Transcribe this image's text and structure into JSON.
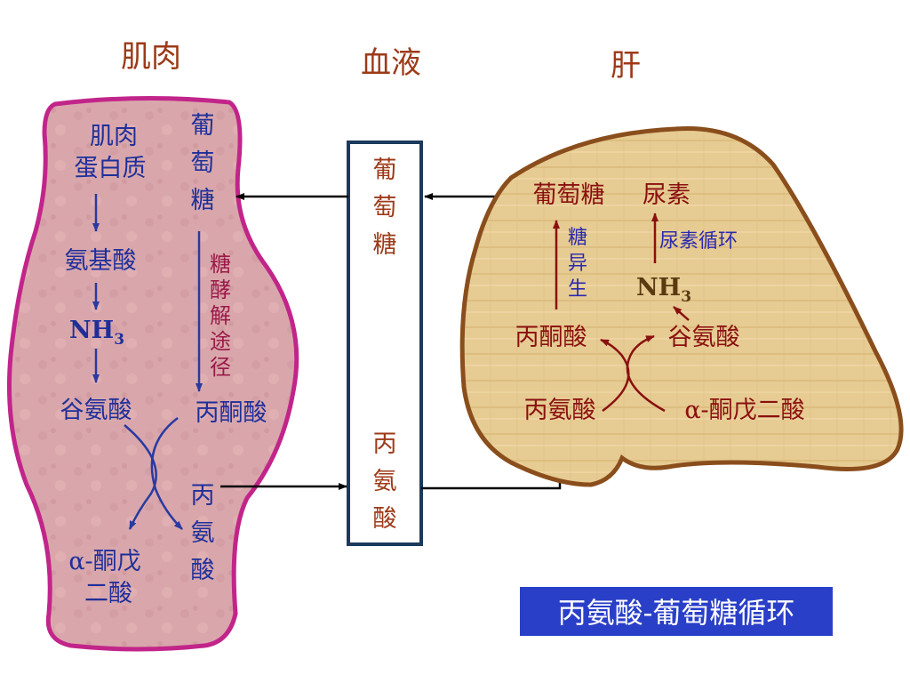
{
  "headers": {
    "muscle": "肌肉",
    "blood": "血液",
    "liver": "肝"
  },
  "muscle": {
    "protein": [
      "肌肉",
      "蛋白质"
    ],
    "amino_acids": "氨基酸",
    "nh3_base": "NH",
    "nh3_sub": "3",
    "glutamate": "谷氨酸",
    "ketoglutarate": [
      "α-酮戊",
      "二酸"
    ],
    "glucose": [
      "葡",
      "萄",
      "糖"
    ],
    "glycolysis": [
      "糖",
      "酵",
      "解",
      "途",
      "径"
    ],
    "pyruvate": "丙酮酸",
    "alanine": [
      "丙",
      "氨",
      "酸"
    ]
  },
  "blood": {
    "glucose": [
      "葡",
      "萄",
      "糖"
    ],
    "alanine": [
      "丙",
      "氨",
      "酸"
    ]
  },
  "liver": {
    "glucose": "葡萄糖",
    "urea": "尿素",
    "gluconeogenesis": [
      "糖",
      "异",
      "生"
    ],
    "urea_cycle": "尿素循环",
    "nh3_base": "NH",
    "nh3_sub": "3",
    "pyruvate": "丙酮酸",
    "glutamate": "谷氨酸",
    "alanine": "丙氨酸",
    "ketoglutarate": "α-酮戊二酸"
  },
  "caption": "丙氨酸-葡萄糖循环",
  "colors": {
    "muscle_fill": "#d8a3a8",
    "muscle_border": "#c2258a",
    "liver_fill": "#e4c98f",
    "liver_border": "#8a4e1c",
    "blood_border": "#1b3a5c",
    "arrow": "#000000",
    "muscle_arrow": "#2a3aa0",
    "liver_arrow": "#8a1010",
    "caption_bg": "#2a3fc8"
  }
}
